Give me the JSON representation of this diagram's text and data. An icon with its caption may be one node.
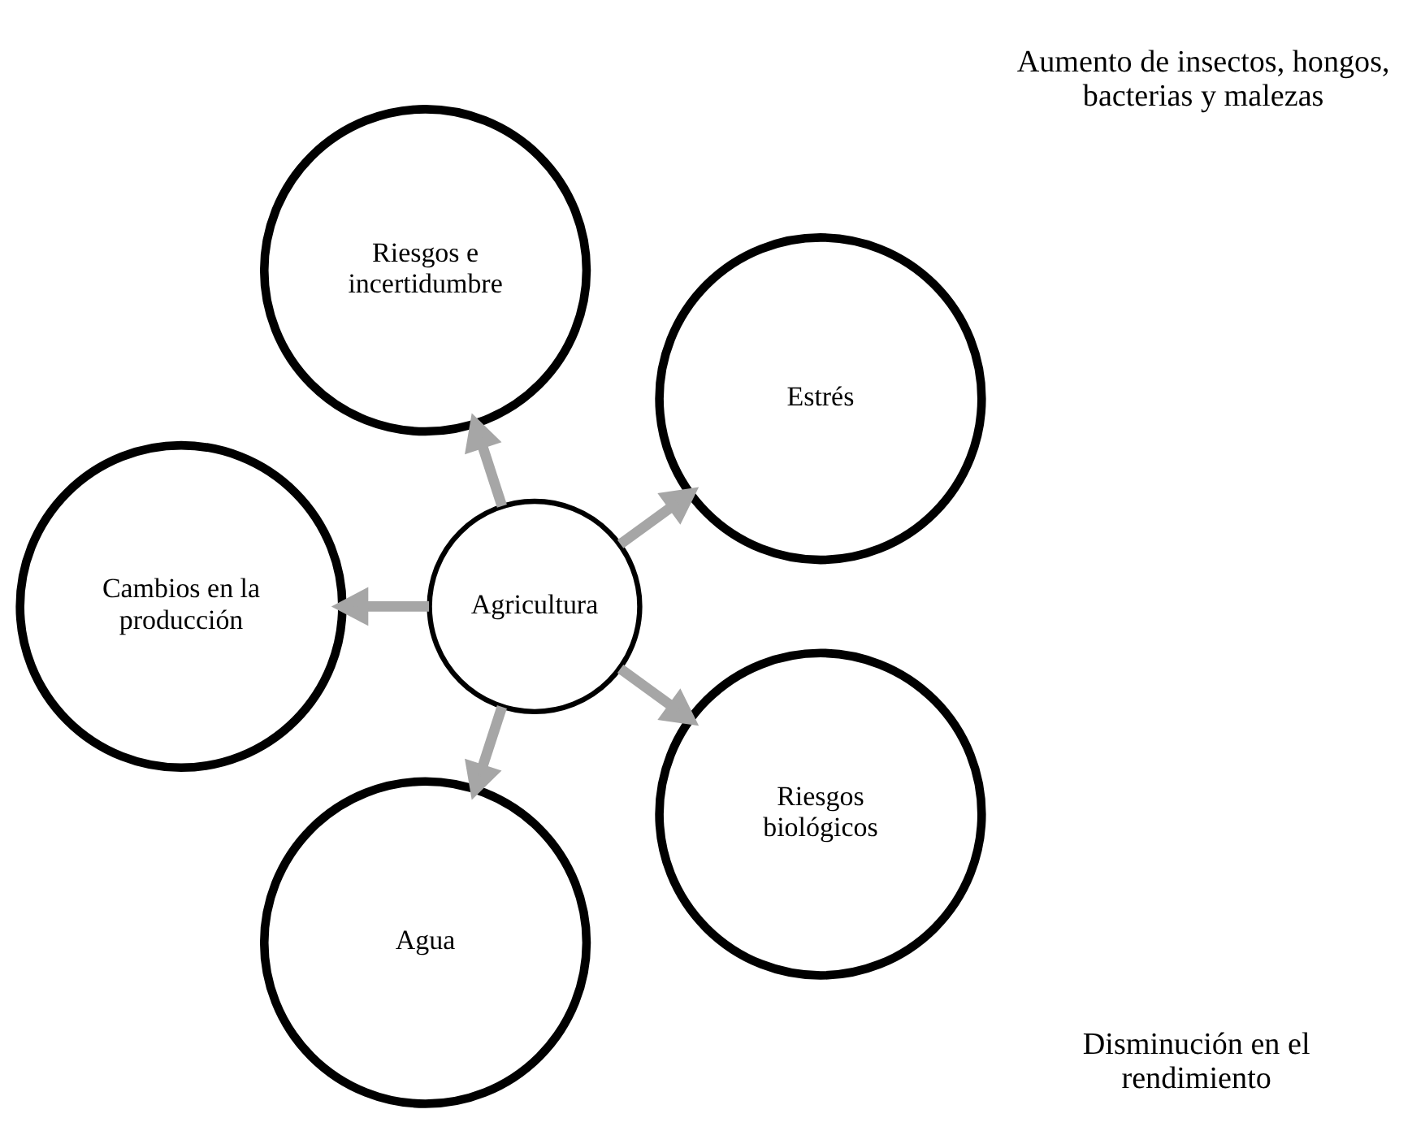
{
  "diagram": {
    "nodes": [
      {
        "text": [
          "Agricultura"
        ]
      },
      {
        "text": [
          "Estrés"
        ]
      },
      {
        "text": [
          "Riesgos e incertidumbre"
        ]
      },
      {
        "text": [
          "Cambios en la producción"
        ]
      },
      {
        "text": [
          "Agua"
        ]
      },
      {
        "text": [
          "Riesgos biológicos"
        ]
      }
    ],
    "edges": [
      {
        "from": 0,
        "to": 1,
        "arrow": "to"
      },
      {
        "from": 0,
        "to": 2,
        "arrow": "to"
      },
      {
        "from": 0,
        "to": 3,
        "arrow": "to"
      },
      {
        "from": 0,
        "to": 4,
        "arrow": "to"
      },
      {
        "from": 0,
        "to": 5,
        "arrow": "to"
      }
    ],
    "labels": [
      "Aumento de insectos, hongos, bacterias y malezas",
      "Disminución en el rendimiento"
    ]
  }
}
